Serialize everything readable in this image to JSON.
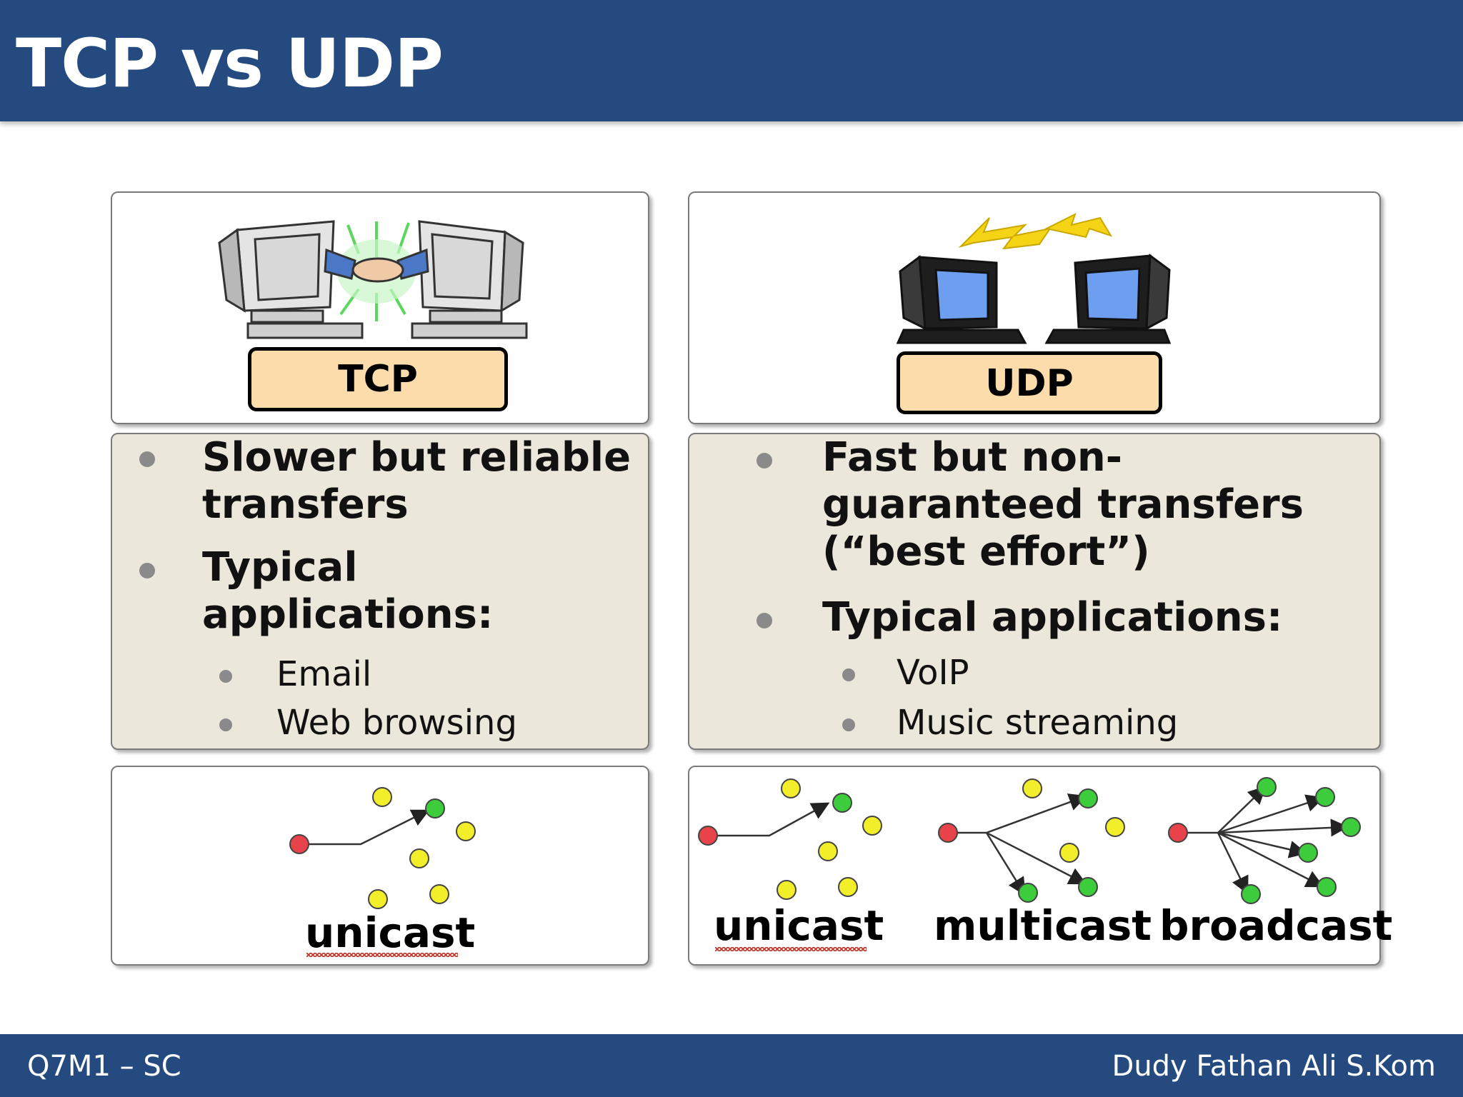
{
  "slide": {
    "title": "TCP vs UDP",
    "footer_left": "Q7M1 – SC",
    "footer_right": "Dudy Fathan Ali S.Kom"
  },
  "tcp": {
    "label": "TCP",
    "bullets": [
      {
        "text_line1": "Slower but reliable",
        "text_line2": "transfers"
      },
      {
        "text_line1": "Typical",
        "text_line2": "applications:"
      }
    ],
    "sub_bullets": [
      "Email",
      "Web browsing"
    ],
    "cast_labels": [
      "unicast"
    ]
  },
  "udp": {
    "label": "UDP",
    "bullets": [
      {
        "text_line1": "Fast but non-",
        "text_line2": "guaranteed transfers",
        "text_line3": "(“best effort”)"
      },
      {
        "text_line1": "Typical applications:"
      }
    ],
    "sub_bullets": [
      "VoIP",
      "Music streaming"
    ],
    "cast_labels": [
      "unicast",
      "multicast",
      "broadcast"
    ]
  },
  "colors": {
    "header_bg": "#244a7f",
    "panel_bg": "#ebe7db",
    "label_bg": "#fbdcaa",
    "source_node": "#e8424a",
    "idle_node": "#f3ee2a",
    "target_node": "#3ccc3c"
  }
}
